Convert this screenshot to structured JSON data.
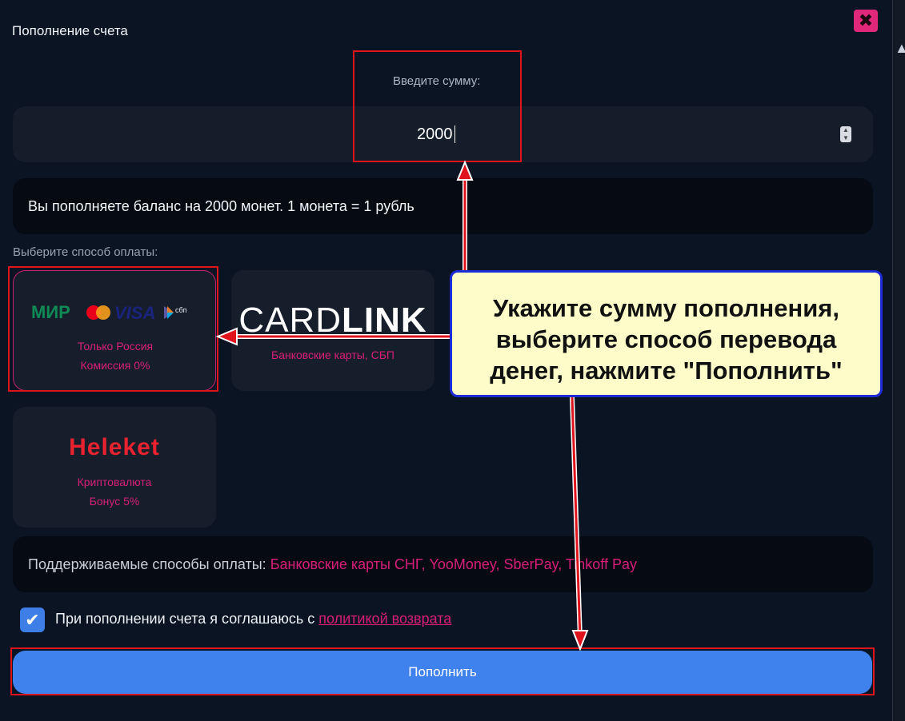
{
  "modal": {
    "title": "Пополнение счета",
    "close_icon": "✖",
    "amount_label": "Введите сумму:",
    "amount_value": "2000",
    "info_text": "Вы пополняете баланс на 2000 монет. 1 монета = 1 рубль",
    "payment_label": "Выберите способ оплаты:",
    "methods": [
      {
        "logo": "МИР · Mastercard · VISA · СБП",
        "line1": "Только Россия",
        "line2": "Комиссия 0%",
        "selected": true
      },
      {
        "logo_light": "CARD",
        "logo_bold": "LINK",
        "line1": "Банковские карты, СБП",
        "selected": false
      },
      {
        "logo": "Heleket",
        "line1": "Криптовалюта",
        "line2": "Бонус 5%",
        "selected": false
      }
    ],
    "supported_prefix": "Поддерживаемые способы оплаты:",
    "supported_list": "Банковские карты СНГ, YooMoney, SberPay, Tinkoff Pay",
    "agree_text": "При пополнении счета я соглашаюсь с",
    "agree_link": "политикой возврата",
    "submit_label": "Пополнить"
  },
  "callout": {
    "line1": "Укажите сумму пополнения,",
    "line2": "выберите способ перевода",
    "line3": "денег, нажмите \"Пополнить\""
  },
  "colors": {
    "accent_pink": "#d81e79",
    "button_blue": "#3f82ee",
    "highlight_red": "#e0141c",
    "callout_bg": "#fefcc9",
    "callout_border": "#1d2bd6"
  }
}
